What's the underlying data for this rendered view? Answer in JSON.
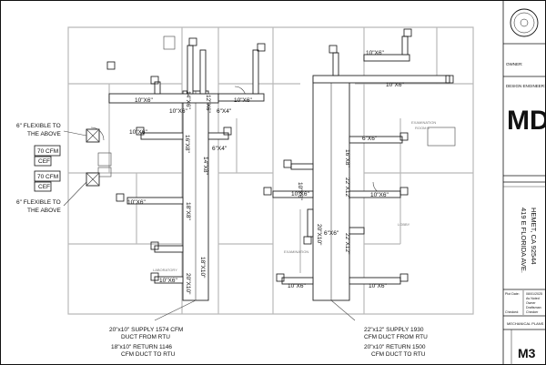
{
  "title_block": {
    "owner_label": "OWNER:",
    "design_engineer_label": "DESIGN ENGINEER:",
    "logo_text": "MD",
    "project_address_line1": "419 E FLORIDA AVE.",
    "project_address_line2": "HEMET, CA 92544",
    "plot_date_label": "Plot Date:",
    "plot_date_value": "08/01/2025",
    "as_noted_label": "As Noted",
    "owner_row_label": "Owner",
    "drafted_label": "Draftsman",
    "checked_label": "Checked:",
    "checker_label": "Checker",
    "sheet_title": "MECHANICAL PLANS",
    "sheet_number": "M3"
  },
  "callouts": {
    "flex_top": [
      "6\" FLEXIBLE TO",
      "THE ABOVE"
    ],
    "flex_bottom": [
      "6\" FLEXIBLE TO",
      "THE ABOVE"
    ],
    "cfm_top": [
      "70 CFM",
      "CEF"
    ],
    "cfm_bottom": [
      "70 CFM",
      "CEF"
    ],
    "supply_left": [
      "20\"x10\" SUPPLY 1574 CFM",
      "DUCT FROM RTU"
    ],
    "return_left": [
      "18\"x10\" RETURN 1146",
      "CFM DUCT TO RTU"
    ],
    "supply_right": [
      "22\"x12\" SUPPLY 1930",
      "CFM DUCT FROM RTU"
    ],
    "return_right": [
      "20\"x10\" RETURN 1500",
      "CFM DUCT TO RTU"
    ]
  },
  "duct_sizes": {
    "d1": "10\"X6\"",
    "d2": "10\"X6\"",
    "d3": "6\"X4\"",
    "d4": "12\"X6\"",
    "d5": "14\"X6\"",
    "d6": "10\"X6\"",
    "d7": "6\"X4\"",
    "d8": "10\"X6\"",
    "d9": "16\"X8\"",
    "d10": "14\"X8\"",
    "d11": "18\"X8\"",
    "d12": "10\"X6\"",
    "d13": "18\"X10\"",
    "d14": "20\"X10\"",
    "d15": "10\"X6\"",
    "d16": "10\"X6\"",
    "d17": "10\"X6\"",
    "d18": "6\"X6\"",
    "d19": "16\"X8\"",
    "d20": "10\"X6\"",
    "d21": "22\"X12\"",
    "d22": "10\"X6\"",
    "d23": "6\"X6\"",
    "d24": "20\"X10\"",
    "d25": "22\"X12\"",
    "d26": "10\"X6\"",
    "d27": "10\"X6\"",
    "d28": "10\"X6\""
  },
  "room_names": {
    "exam1": "EXAMINATION",
    "exam1_no": "ROOM 4",
    "exam2": "EXAMINATION",
    "lobby": "LOBBY",
    "lab": "LABORATORY"
  }
}
